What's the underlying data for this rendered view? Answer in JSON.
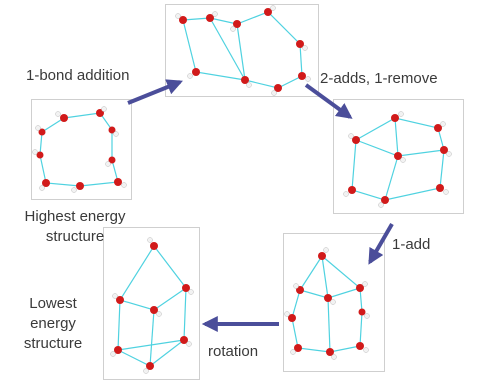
{
  "labels": {
    "start_line1": "Highest energy",
    "start_line2": "structure",
    "step1": "1-bond addition",
    "step2": "2-adds, 1-remove",
    "step3": "1-add",
    "step4": "rotation",
    "end_line1": "Lowest",
    "end_line2": "energy",
    "end_line3": "structure"
  },
  "colors": {
    "arrow": "#4b4e9a",
    "bond": "#4fd2e0",
    "oxygen": "#d11a1a",
    "hydrogen": "#f2f2f2",
    "panel_border": "#cfcfcf",
    "text": "#3a3a3a"
  }
}
